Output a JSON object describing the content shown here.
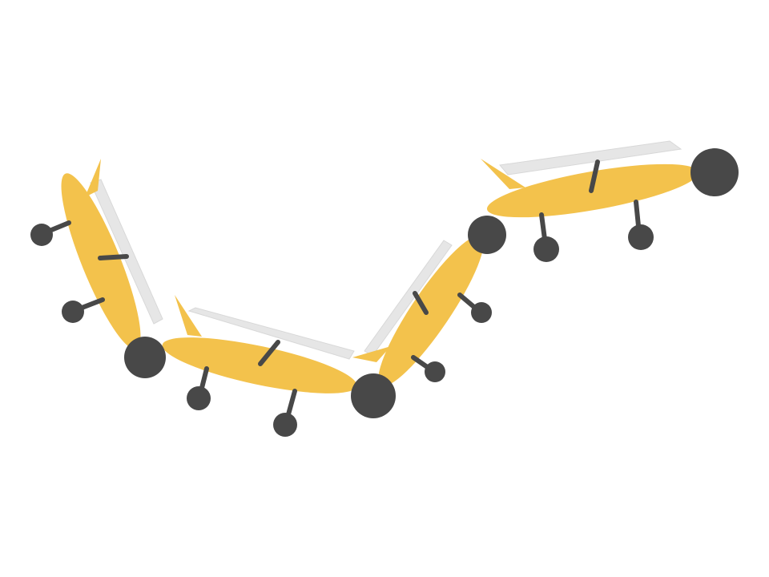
{
  "scene": {
    "background_color": "#ffffff",
    "segment_count": 4,
    "joint_count": 4,
    "leg_count": 8
  },
  "colors": {
    "body": "#f3c24c",
    "joint": "#484848",
    "leg": "#484848",
    "wing": "#e6e6e6",
    "wing_edge": "#d8d8d8"
  }
}
